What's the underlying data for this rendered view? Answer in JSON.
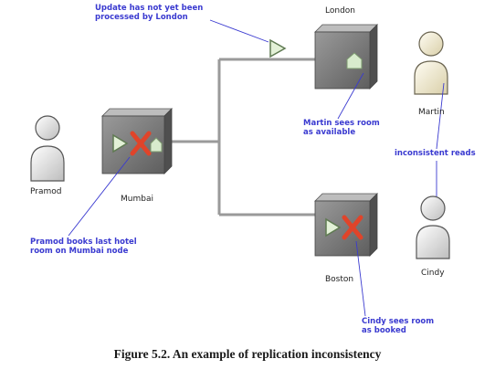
{
  "nodes": {
    "london": "London",
    "mumbai": "Mumbai",
    "boston": "Boston"
  },
  "people": {
    "pramod": "Pramod",
    "martin": "Martin",
    "cindy": "Cindy"
  },
  "annotations": {
    "update_not_processed": "Update has not yet been\nprocessed by London",
    "martin_sees": "Martin sees room\nas available",
    "inconsistent_reads": "inconsistent reads",
    "pramod_books": "Pramod books last hotel\nroom on Mumbai node",
    "cindy_sees": "Cindy sees room\nas booked"
  },
  "caption": "Figure 5.2. An example of replication inconsistency",
  "colors": {
    "annotation": "#3a3ad0",
    "cross": "#e0442a",
    "box": "#7c7c7c",
    "line": "#9a9a9a"
  }
}
